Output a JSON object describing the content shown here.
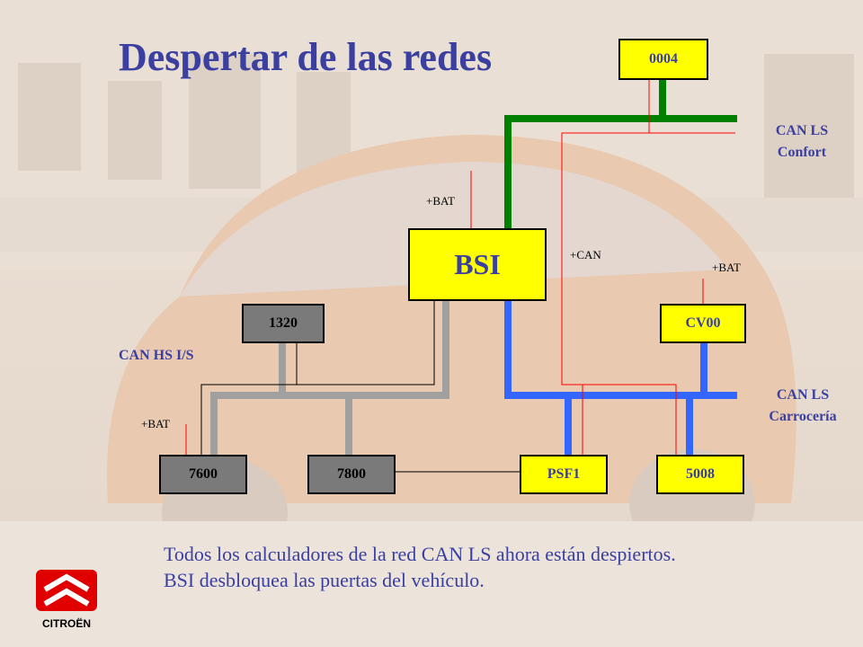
{
  "title": "Despertar de las redes",
  "nodes": {
    "n0004": "0004",
    "bsi": "BSI",
    "n1320": "1320",
    "cv00": "CV00",
    "n7600": "7600",
    "n7800": "7800",
    "psf1": "PSF1",
    "n5008": "5008"
  },
  "networks": {
    "confort_line1": "CAN LS",
    "confort_line2": "Confort",
    "hs": "CAN HS I/S",
    "carroceria_line1": "CAN LS",
    "carroceria_line2": "Carrocería"
  },
  "signals": {
    "bat_bsi": "+BAT",
    "can": "+CAN",
    "bat_cv00": "+BAT",
    "bat_7600": "+BAT"
  },
  "footer": {
    "line1": "Todos los calculadores de la red CAN LS ahora están despiertos.",
    "line2": "BSI desbloquea las puertas del vehículo."
  },
  "brand": "CITROËN",
  "colors": {
    "can_ls_confort": "#008000",
    "can_ls_carroceria": "#3366ff",
    "can_hs": "#a0a0a0",
    "wakeup_wire": "#ff0000",
    "box_yellow": "#ffff00",
    "title": "#3a3fa0"
  }
}
